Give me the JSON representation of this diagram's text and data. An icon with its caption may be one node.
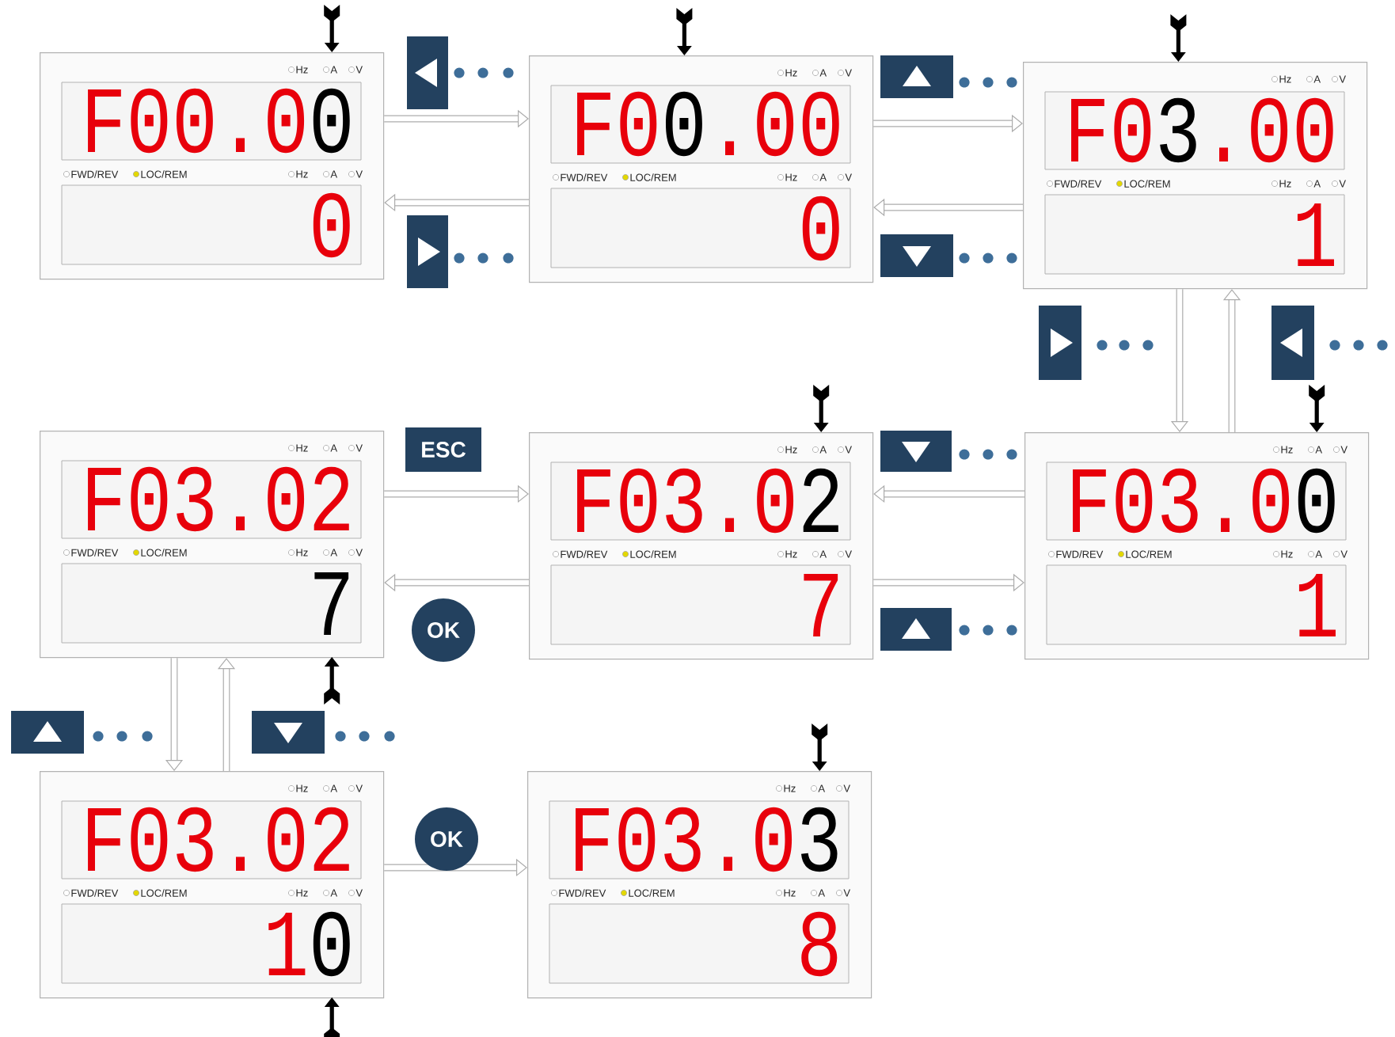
{
  "diagram": {
    "nodes": [
      {
        "text": [
          "Hz",
          "A",
          "V",
          "F00.0",
          "0",
          "FWD/REV",
          "LOC/REM",
          "Hz",
          "A",
          "V",
          "0"
        ]
      },
      {
        "text": [
          "Hz",
          "A",
          "V",
          "F0",
          "0",
          ".00",
          "FWD/REV",
          "LOC/REM",
          "Hz",
          "A",
          "V",
          "0"
        ]
      },
      {
        "text": [
          "Hz",
          "A",
          "V",
          "F0",
          "3",
          ".00",
          "FWD/REV",
          "LOC/REM",
          "Hz",
          "A",
          "V",
          "1"
        ]
      },
      {
        "text": [
          "Hz",
          "A",
          "V",
          "F03.02",
          "FWD/REV",
          "LOC/REM",
          "Hz",
          "A",
          "V",
          "7"
        ]
      },
      {
        "text": [
          "Hz",
          "A",
          "V",
          "F03.0",
          "2",
          "FWD/REV",
          "LOC/REM",
          "Hz",
          "A",
          "V",
          "7"
        ]
      },
      {
        "text": [
          "Hz",
          "A",
          "V",
          "F03.0",
          "0",
          "FWD/REV",
          "LOC/REM",
          "Hz",
          "A",
          "V",
          "1"
        ]
      },
      {
        "text": [
          "Hz",
          "A",
          "V",
          "F03.02",
          "FWD/REV",
          "LOC/REM",
          "Hz",
          "A",
          "V",
          "1",
          "0"
        ]
      },
      {
        "text": [
          "Hz",
          "A",
          "V",
          "F03.0",
          "3",
          "FWD/REV",
          "LOC/REM",
          "Hz",
          "A",
          "V",
          "8"
        ]
      }
    ],
    "edges": [
      {
        "from": 0,
        "to": 1,
        "arrow": "to"
      },
      {
        "from": 1,
        "to": 0,
        "arrow": "to"
      },
      {
        "from": 1,
        "to": 2,
        "arrow": "to"
      },
      {
        "from": 2,
        "to": 1,
        "arrow": "to"
      },
      {
        "from": 2,
        "to": 5,
        "arrow": "to"
      },
      {
        "from": 5,
        "to": 2,
        "arrow": "to"
      },
      {
        "from": 5,
        "to": 4,
        "arrow": "to"
      },
      {
        "from": 4,
        "to": 5,
        "arrow": "to"
      },
      {
        "from": 3,
        "to": 4,
        "arrow": "to",
        "label": "ESC"
      },
      {
        "from": 4,
        "to": 3,
        "arrow": "to",
        "label": "OK"
      },
      {
        "from": 3,
        "to": 6,
        "arrow": "to"
      },
      {
        "from": 6,
        "to": 3,
        "arrow": "to"
      },
      {
        "from": 6,
        "to": 7,
        "arrow": "to",
        "label": "OK"
      }
    ]
  }
}
